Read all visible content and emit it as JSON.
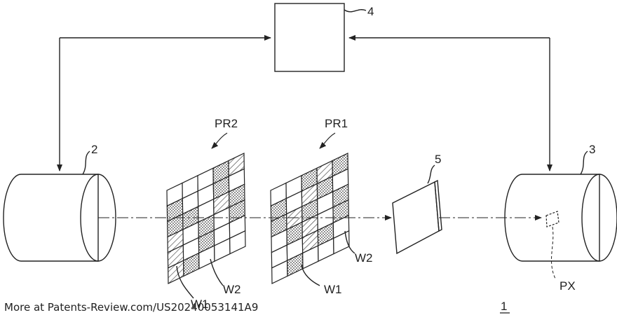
{
  "labels": {
    "controller": "4",
    "projector": "2",
    "camera": "3",
    "screen": "5",
    "pattern_front": "PR2",
    "pattern_back": "PR1",
    "w1_front": "W1",
    "w2_front": "W2",
    "w1_back": "W1",
    "w2_back": "W2",
    "pixel": "PX",
    "system": "1"
  },
  "grids": {
    "front": {
      "rows": 6,
      "cols": 5,
      "cells": [
        [
          0,
          0,
          0,
          1,
          2
        ],
        [
          1,
          0,
          0,
          1,
          0
        ],
        [
          1,
          1,
          0,
          2,
          1
        ],
        [
          2,
          0,
          1,
          0,
          1
        ],
        [
          2,
          0,
          1,
          0,
          0
        ],
        [
          2,
          1,
          0,
          0,
          0
        ]
      ]
    },
    "back": {
      "rows": 6,
      "cols": 5,
      "cells": [
        [
          0,
          0,
          1,
          2,
          1
        ],
        [
          1,
          0,
          2,
          1,
          0
        ],
        [
          1,
          2,
          1,
          0,
          1
        ],
        [
          0,
          1,
          2,
          0,
          1
        ],
        [
          0,
          0,
          2,
          1,
          0
        ],
        [
          0,
          1,
          0,
          0,
          0
        ]
      ]
    }
  },
  "watermark": "More at Patents-Review.com/US20240053141A9"
}
